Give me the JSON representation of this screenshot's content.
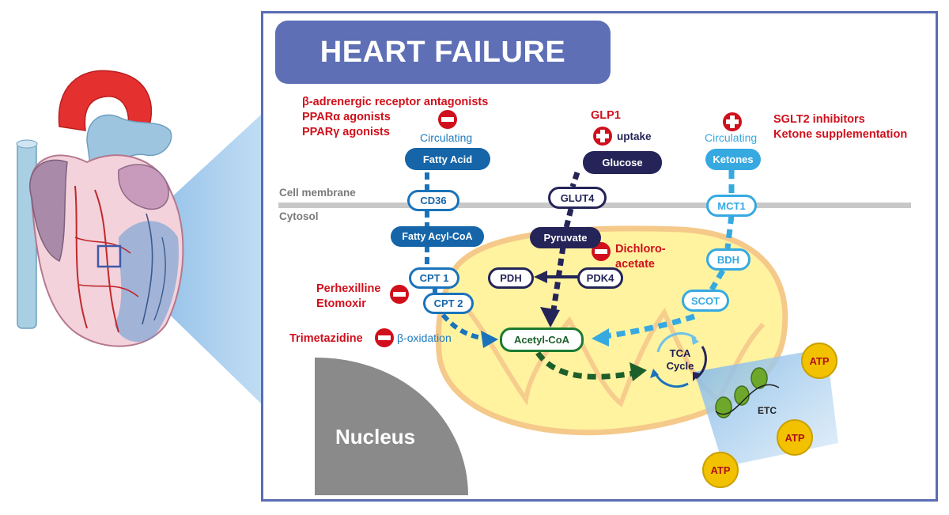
{
  "title": "HEART FAILURE",
  "membrane": {
    "cell_membrane": "Cell membrane",
    "cytosol": "Cytosol"
  },
  "drugs": {
    "beta_block": "β-adrenergic receptor antagonists",
    "ppar_a": "PPARα agonists",
    "ppar_g": "PPARγ agonists",
    "glp1": "GLP1",
    "uptake": "uptake",
    "sglt2": "SGLT2 inhibitors",
    "ketone_supp": "Ketone supplementation",
    "dichloro_1": "Dichloro-",
    "dichloro_2": "acetate",
    "perhex": "Perhexilline",
    "etomoxir": "Etomoxir",
    "trimetazidine": "Trimetazidine"
  },
  "fatty_acid_path": {
    "circulating": "Circulating",
    "fatty_acid": "Fatty Acid",
    "cd36": "CD36",
    "fatty_acyl_coa": "Fatty Acyl-CoA",
    "cpt1": "CPT 1",
    "cpt2": "CPT 2",
    "beta_oxidation": "β-oxidation"
  },
  "glucose_path": {
    "glucose": "Glucose",
    "glut4": "GLUT4",
    "pyruvate": "Pyruvate",
    "pdh": "PDH",
    "pdk4": "PDK4"
  },
  "ketone_path": {
    "circulating": "Circulating",
    "ketones": "Ketones",
    "mct1": "MCT1",
    "bdh": "BDH",
    "scot": "SCOT"
  },
  "mito": {
    "acetyl_coa": "Acetyl-CoA",
    "tca_1": "TCA",
    "tca_2": "Cycle",
    "etc": "ETC",
    "atp": "ATP"
  },
  "nucleus": "Nucleus",
  "colors": {
    "frame": "#5a6cb3",
    "fatty_acid": "#1565a8",
    "glucose": "#242458",
    "ketone": "#36a9e1",
    "acetyl": "#1d7a30",
    "drug_text": "#d0101c",
    "mitochondria": "#fff3a0",
    "atp": "#f2c200"
  }
}
